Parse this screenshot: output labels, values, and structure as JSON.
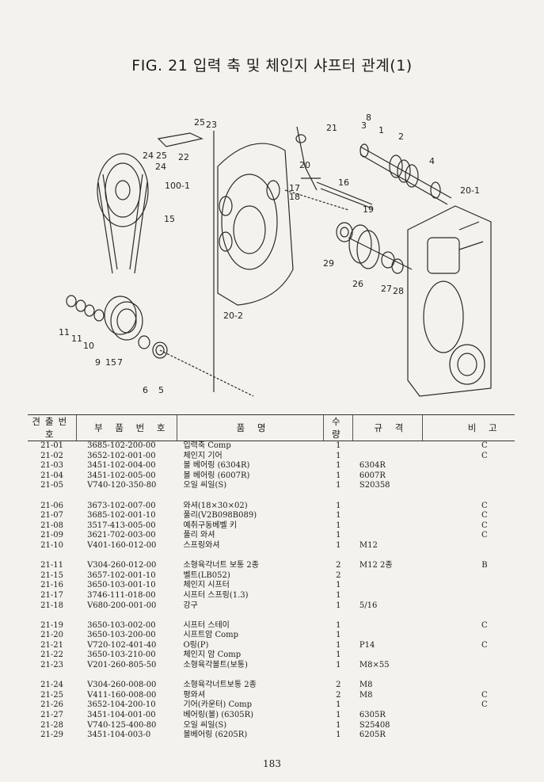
{
  "title": "FIG. 21 입력 축 및 체인지 샤프터 관계(1)",
  "diagram_labels": [
    "25",
    "23",
    "21",
    "8",
    "3",
    "1",
    "2",
    "24",
    "25",
    "22",
    "20",
    "4",
    "24",
    "100-1",
    "16",
    "17",
    "18",
    "20-1",
    "19",
    "15",
    "29",
    "26",
    "27",
    "28",
    "11",
    "11",
    "10",
    "9",
    "15",
    "7",
    "20-2",
    "6",
    "5"
  ],
  "table": {
    "headers": [
      "견출번호",
      "부 품 번 호",
      "품   명",
      "수 량",
      "규 격",
      "비 고"
    ],
    "groups": [
      [
        [
          "21-01",
          "3685-102-200-00",
          "입력축 Comp",
          "1",
          "",
          "C"
        ],
        [
          "21-02",
          "3652-102-001-00",
          "체인지 기어",
          "1",
          "",
          "C"
        ],
        [
          "21-03",
          "3451-102-004-00",
          "볼 베어링 (6304R)",
          "1",
          "6304R",
          ""
        ],
        [
          "21-04",
          "3451-102-005-00",
          "볼 베어링 (6007R)",
          "1",
          "6007R",
          ""
        ],
        [
          "21-05",
          "V740-120-350-80",
          "오일 씨일(S)",
          "1",
          "S20358",
          ""
        ]
      ],
      [
        [
          "21-06",
          "3673-102-007-00",
          "와셔(18×30×02)",
          "1",
          "",
          "C"
        ],
        [
          "21-07",
          "3685-102-001-10",
          "풀리(V2B098B089)",
          "1",
          "",
          "C"
        ],
        [
          "21-08",
          "3517-413-005-00",
          "예취구동베벨 키",
          "1",
          "",
          "C"
        ],
        [
          "21-09",
          "3621-702-003-00",
          "풀리 와셔",
          "1",
          "",
          "C"
        ],
        [
          "21-10",
          "V401-160-012-00",
          "스프링와셔",
          "1",
          "M12",
          ""
        ]
      ],
      [
        [
          "21-11",
          "V304-260-012-00",
          "소형육각너트 보통 2종",
          "2",
          "M12 2종",
          "B"
        ],
        [
          "21-15",
          "3657-102-001-10",
          "벨트(LB052)",
          "2",
          "",
          ""
        ],
        [
          "21-16",
          "3650-103-001-10",
          "체인지 시프터",
          "1",
          "",
          ""
        ],
        [
          "21-17",
          "3746-111-018-00",
          "시프터 스프링(1.3)",
          "1",
          "",
          ""
        ],
        [
          "21-18",
          "V680-200-001-00",
          "강구",
          "1",
          "5/16",
          ""
        ]
      ],
      [
        [
          "21-19",
          "3650-103-002-00",
          "시프터 스테이",
          "1",
          "",
          "C"
        ],
        [
          "21-20",
          "3650-103-200-00",
          "시프트암 Comp",
          "1",
          "",
          ""
        ],
        [
          "21-21",
          "V720-102-401-40",
          "O링(P)",
          "1",
          "P14",
          "C"
        ],
        [
          "21-22",
          "3650-103-210-00",
          "체인지 암 Comp",
          "1",
          "",
          ""
        ],
        [
          "21-23",
          "V201-260-805-50",
          "소형육각볼트(보통)",
          "1",
          "M8×55",
          ""
        ]
      ],
      [
        [
          "21-24",
          "V304-260-008-00",
          "소형육각너트보통 2종",
          "2",
          "M8",
          ""
        ],
        [
          "21-25",
          "V411-160-008-00",
          "평와셔",
          "2",
          "M8",
          "C"
        ],
        [
          "21-26",
          "3652-104-200-10",
          "기어(카운터) Comp",
          "1",
          "",
          "C"
        ],
        [
          "21-27",
          "3451-104-001-00",
          "베어링(볼) (6305R)",
          "1",
          "6305R",
          ""
        ],
        [
          "21-28",
          "V740-125-400-80",
          "오일 씨일(S)",
          "1",
          "S25408",
          ""
        ],
        [
          "21-29",
          "3451-104-003-0",
          "볼베어링 (6205R)",
          "1",
          "6205R",
          ""
        ]
      ]
    ]
  },
  "page_number": "183"
}
